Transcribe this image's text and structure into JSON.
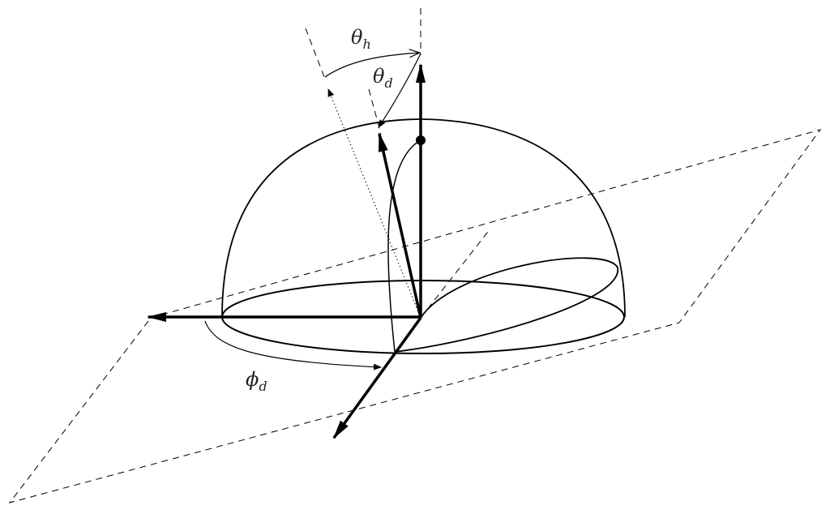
{
  "labels": {
    "theta_h": {
      "symbol": "θ",
      "sub": "h"
    },
    "theta_d": {
      "symbol": "θ",
      "sub": "d"
    },
    "phi_d": {
      "symbol": "ϕ",
      "sub": "d"
    }
  },
  "colors": {
    "stroke": "#000000",
    "background": "#ffffff"
  }
}
